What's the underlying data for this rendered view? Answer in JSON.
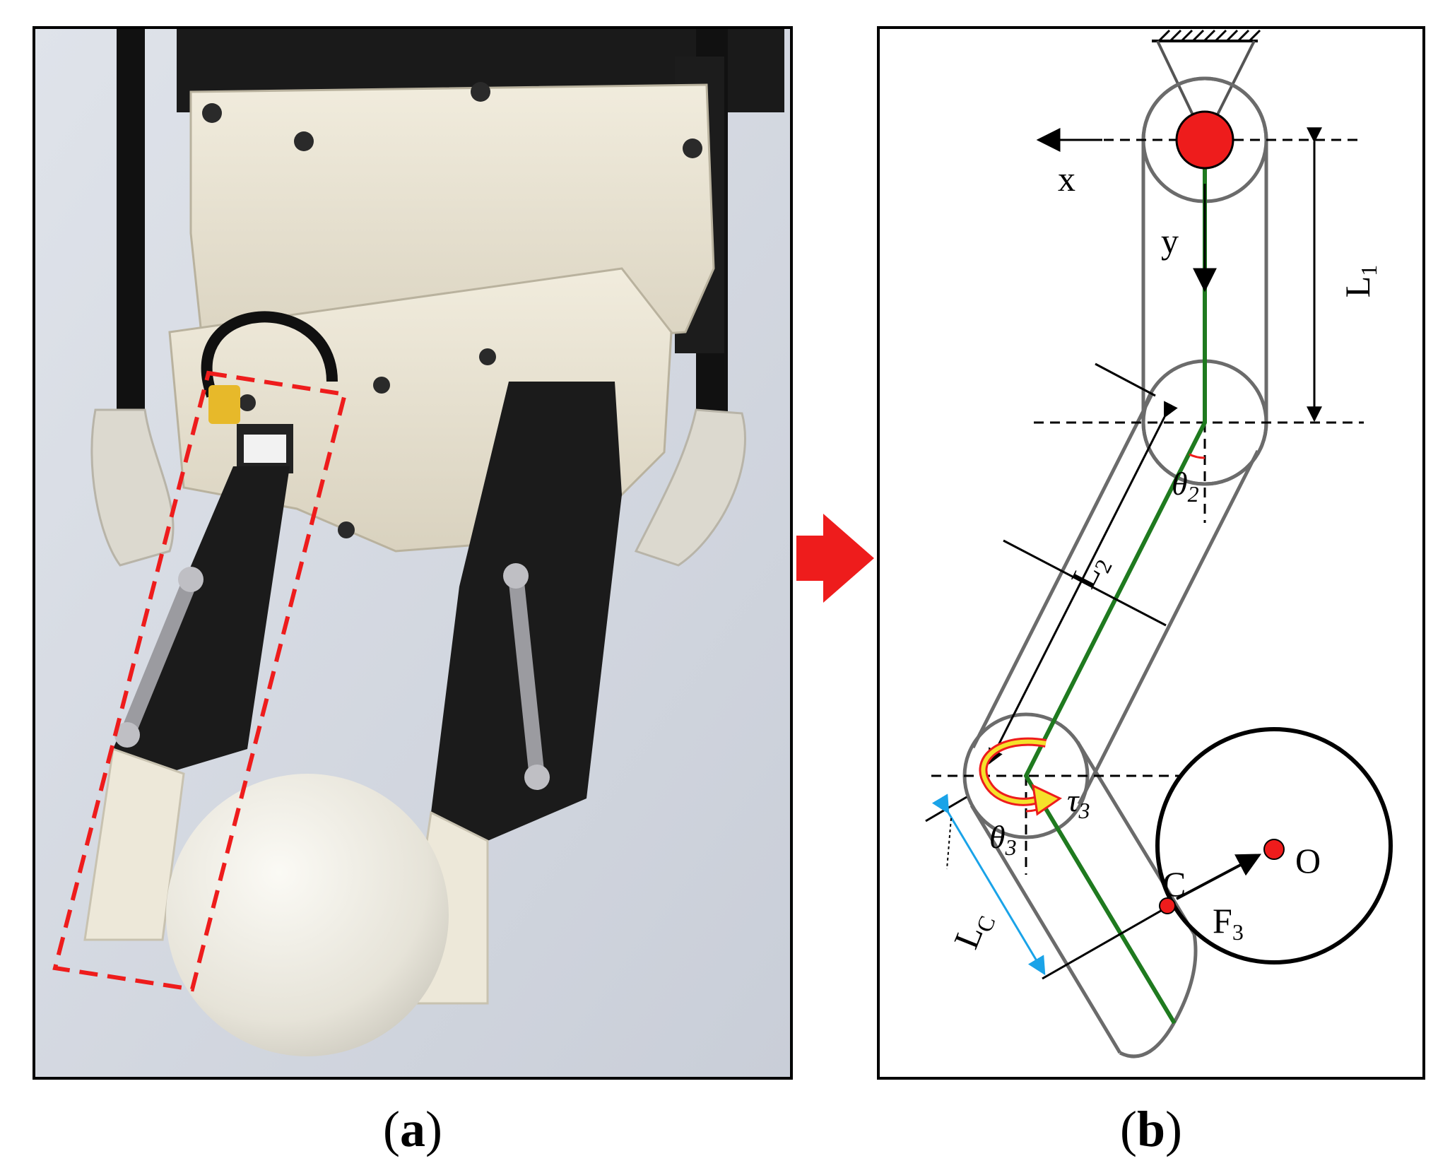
{
  "panels": {
    "a": {
      "caption_letter": "a"
    },
    "b": {
      "caption_letter": "b"
    }
  },
  "arrow": {
    "color": "#ee1c1c"
  },
  "diagram": {
    "x_label": "x",
    "y_label": "y",
    "L1": {
      "base": "L",
      "sub": "1"
    },
    "L2": {
      "base": "L",
      "sub": "2"
    },
    "Lc": {
      "base": "L",
      "sub": "C"
    },
    "theta2": {
      "base": "θ",
      "sub": "2"
    },
    "theta3": {
      "base": "θ",
      "sub": "3"
    },
    "tau3": {
      "base": "τ",
      "sub": "3"
    },
    "F3": {
      "base": "F",
      "sub": "3"
    },
    "point_C": "C",
    "point_O": "O",
    "colors": {
      "joint_red": "#ee1c1c",
      "link_outline": "#6b6b6b",
      "green_axis": "#1f7a1f",
      "cyan_dim": "#1aa3e8",
      "torque_yellow": "#f5e12a"
    }
  }
}
